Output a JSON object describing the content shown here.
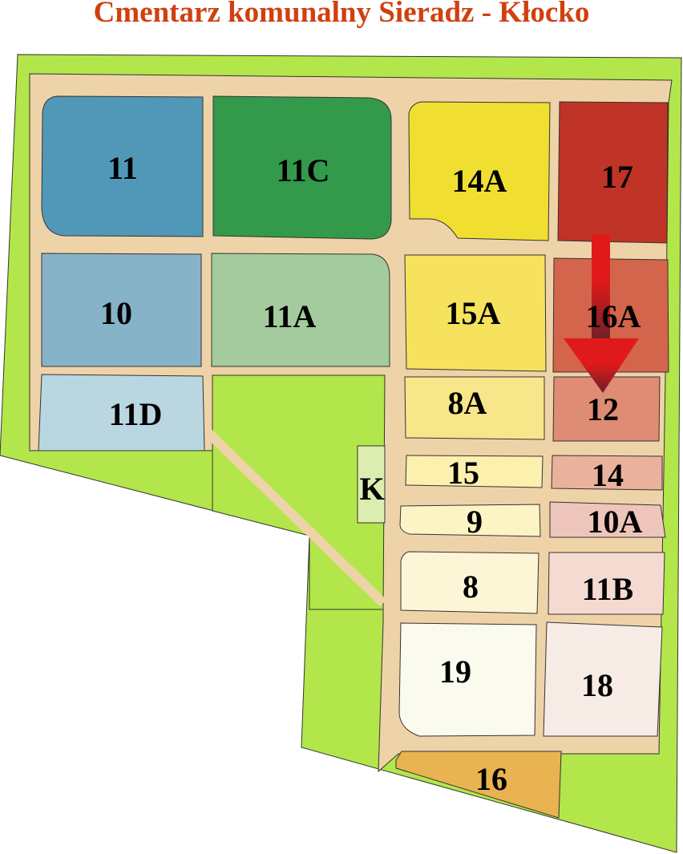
{
  "title": "Cmentarz komunalny Sieradz - Kłocko",
  "colors": {
    "grass": "#b3e64a",
    "road": "#efd3a8",
    "title": "#d0400f",
    "arrow_top": "#e01a1a",
    "arrow_bottom": "#6e2028"
  },
  "plots": [
    {
      "id": "11",
      "label": "11",
      "color": "#5198b8"
    },
    {
      "id": "11C",
      "label": "11C",
      "color": "#339a4c"
    },
    {
      "id": "14A",
      "label": "14A",
      "color": "#f0df30"
    },
    {
      "id": "17",
      "label": "17",
      "color": "#c03327"
    },
    {
      "id": "10",
      "label": "10",
      "color": "#87b3c9"
    },
    {
      "id": "11A",
      "label": "11A",
      "color": "#a3cb9d"
    },
    {
      "id": "15A",
      "label": "15A",
      "color": "#f6e25c"
    },
    {
      "id": "16A",
      "label": "16A",
      "color": "#d3654c"
    },
    {
      "id": "11D",
      "label": "11D",
      "color": "#bad6e0"
    },
    {
      "id": "8A",
      "label": "8A",
      "color": "#f8e68a"
    },
    {
      "id": "12",
      "label": "12",
      "color": "#df8c74"
    },
    {
      "id": "K",
      "label": "K",
      "color": "#dcedb0"
    },
    {
      "id": "15",
      "label": "15",
      "color": "#fbf0ad"
    },
    {
      "id": "14",
      "label": "14",
      "color": "#eab19c"
    },
    {
      "id": "9",
      "label": "9",
      "color": "#fdf4c6"
    },
    {
      "id": "10A",
      "label": "10A",
      "color": "#edc5ba"
    },
    {
      "id": "8",
      "label": "8",
      "color": "#fcf6d7"
    },
    {
      "id": "11B",
      "label": "11B",
      "color": "#f5dad2"
    },
    {
      "id": "19",
      "label": "19",
      "color": "#fafaee"
    },
    {
      "id": "18",
      "label": "18",
      "color": "#f7ebe6"
    },
    {
      "id": "16",
      "label": "16",
      "color": "#e9b351"
    }
  ]
}
